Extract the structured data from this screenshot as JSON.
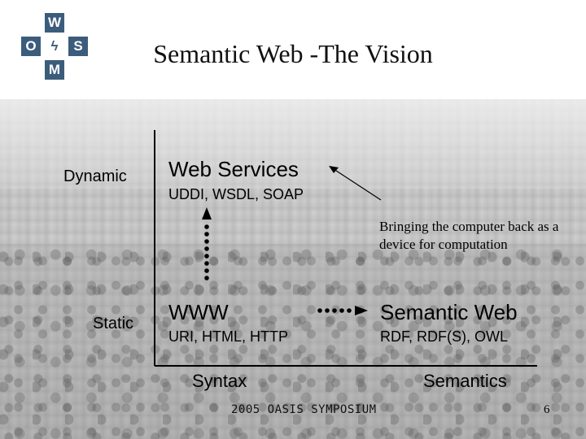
{
  "title": "Semantic Web -The Vision",
  "logo": {
    "letters": [
      "W",
      "O",
      "S",
      "M",
      "ϟ"
    ],
    "color": "#3c5c7c"
  },
  "rows": {
    "dynamic": "Dynamic",
    "static": "Static"
  },
  "axis": {
    "syntax": "Syntax",
    "semantics": "Semantics"
  },
  "quadrants": {
    "web_services": {
      "title": "Web Services",
      "sub": "UDDI, WSDL, SOAP"
    },
    "www": {
      "title": "WWW",
      "sub": "URI, HTML, HTTP"
    },
    "semantic_web": {
      "title": "Semantic Web",
      "sub": "RDF, RDF(S), OWL"
    }
  },
  "annotation": {
    "line1": "Bringing the computer back as a",
    "line2": "device for computation"
  },
  "footer": "2005 OASIS SYMPOSIUM",
  "page_number": "6"
}
